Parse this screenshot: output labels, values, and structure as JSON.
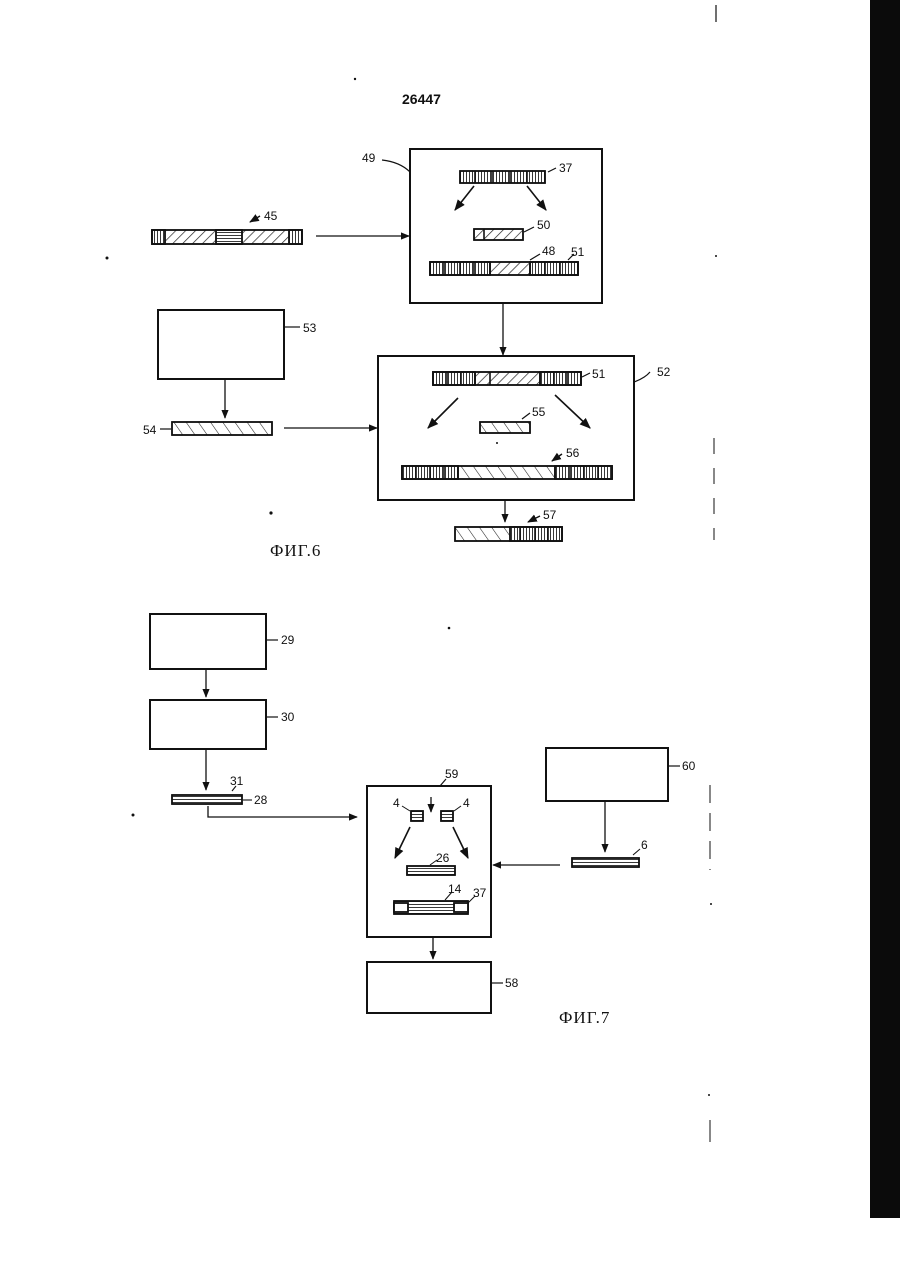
{
  "page_number": "26447",
  "figure6": {
    "caption": "ФИГ.6",
    "labels": {
      "l45": "45",
      "l49": "49",
      "l37": "37",
      "l50": "50",
      "l48": "48",
      "l51": "51",
      "l53": "53",
      "l52": "52",
      "l54": "54",
      "l51b": "51",
      "l55": "55",
      "l56": "56",
      "l57": "57"
    }
  },
  "figure7": {
    "caption": "ФИГ.7",
    "labels": {
      "l29": "29",
      "l30": "30",
      "l31": "31",
      "l28": "28",
      "l59": "59",
      "l4a": "4",
      "l4b": "4",
      "l26": "26",
      "l14": "14",
      "l37": "37",
      "l60": "60",
      "l6x": "6",
      "l58": "58"
    }
  }
}
